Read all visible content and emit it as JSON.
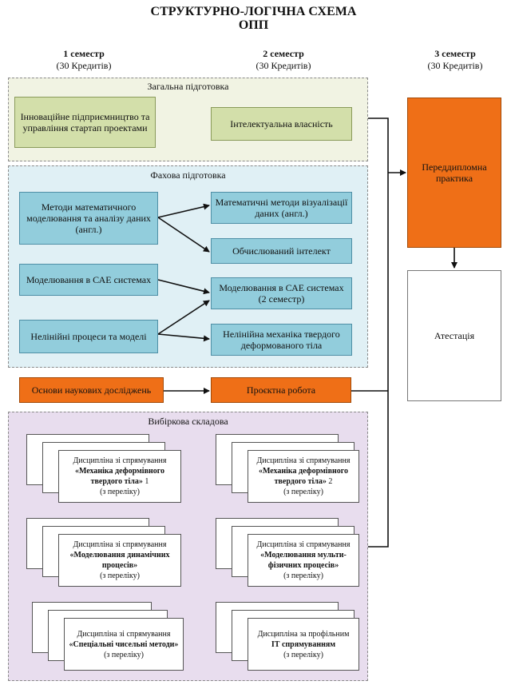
{
  "title": {
    "line1": "СТРУКТУРНО-ЛОГІЧНА СХЕМА",
    "line2": "ОПП"
  },
  "semesters": [
    {
      "name": "1 семестр",
      "credits": "(30 Кредитів)"
    },
    {
      "name": "2 семестр",
      "credits": "(30 Кредитів)"
    },
    {
      "name": "3 семестр",
      "credits": "(30 Кредитів)"
    }
  ],
  "groups": {
    "general": "Загальна підготовка",
    "professional": "Фахова підготовка",
    "elective": "Вибіркова складова"
  },
  "courses": {
    "innovation": "Інноваційне підприємництво та управління стартап проектами",
    "ip": "Інтелектуальна власність",
    "math_modeling": "Методи математичного моделювання та аналізу даних (англ.)",
    "math_viz": "Математичні методи візуалізації даних (англ.)",
    "ci": "Обчислюваний інтелект",
    "cae1": "Моделювання в САЕ системах",
    "cae2": "Моделювання в САЕ системах (2 семестр)",
    "nonlinear": "Нелінійні процеси та моделі",
    "solid_mech": "Нелінійна механіка твердого деформованого тіла",
    "research": "Основи наукових досліджень",
    "project": "Проєктна робота",
    "prediploma": "Переддипломна практика",
    "attestation": "Атестація"
  },
  "electives": [
    {
      "pre": "Дисципліна зі спрямування",
      "bold": "«Механіка деформівного твердого тіла»",
      "suf": " 1",
      "tail": "(з переліку)"
    },
    {
      "pre": "Дисципліна зі спрямування",
      "bold": "«Механіка деформівного твердого тіла»",
      "suf": " 2",
      "tail": "(з переліку)"
    },
    {
      "pre": "Дисципліна зі спрямування",
      "bold": "«Моделювання динамічних процесів»",
      "suf": "",
      "tail": "(з переліку)"
    },
    {
      "pre": "Дисципліна зі спрямування",
      "bold": "«Моделювання мульти-фізичних процесів»",
      "suf": "",
      "tail": "(з переліку)"
    },
    {
      "pre": "Дисципліна зі спрямування",
      "bold": "«Спеціальні чисельні методи»",
      "suf": "",
      "tail": "(з переліку)"
    },
    {
      "pre": "Дисципліна за профільним",
      "bold": "ІТ спрямуванням",
      "suf": "",
      "tail": "(з переліку)"
    }
  ]
}
